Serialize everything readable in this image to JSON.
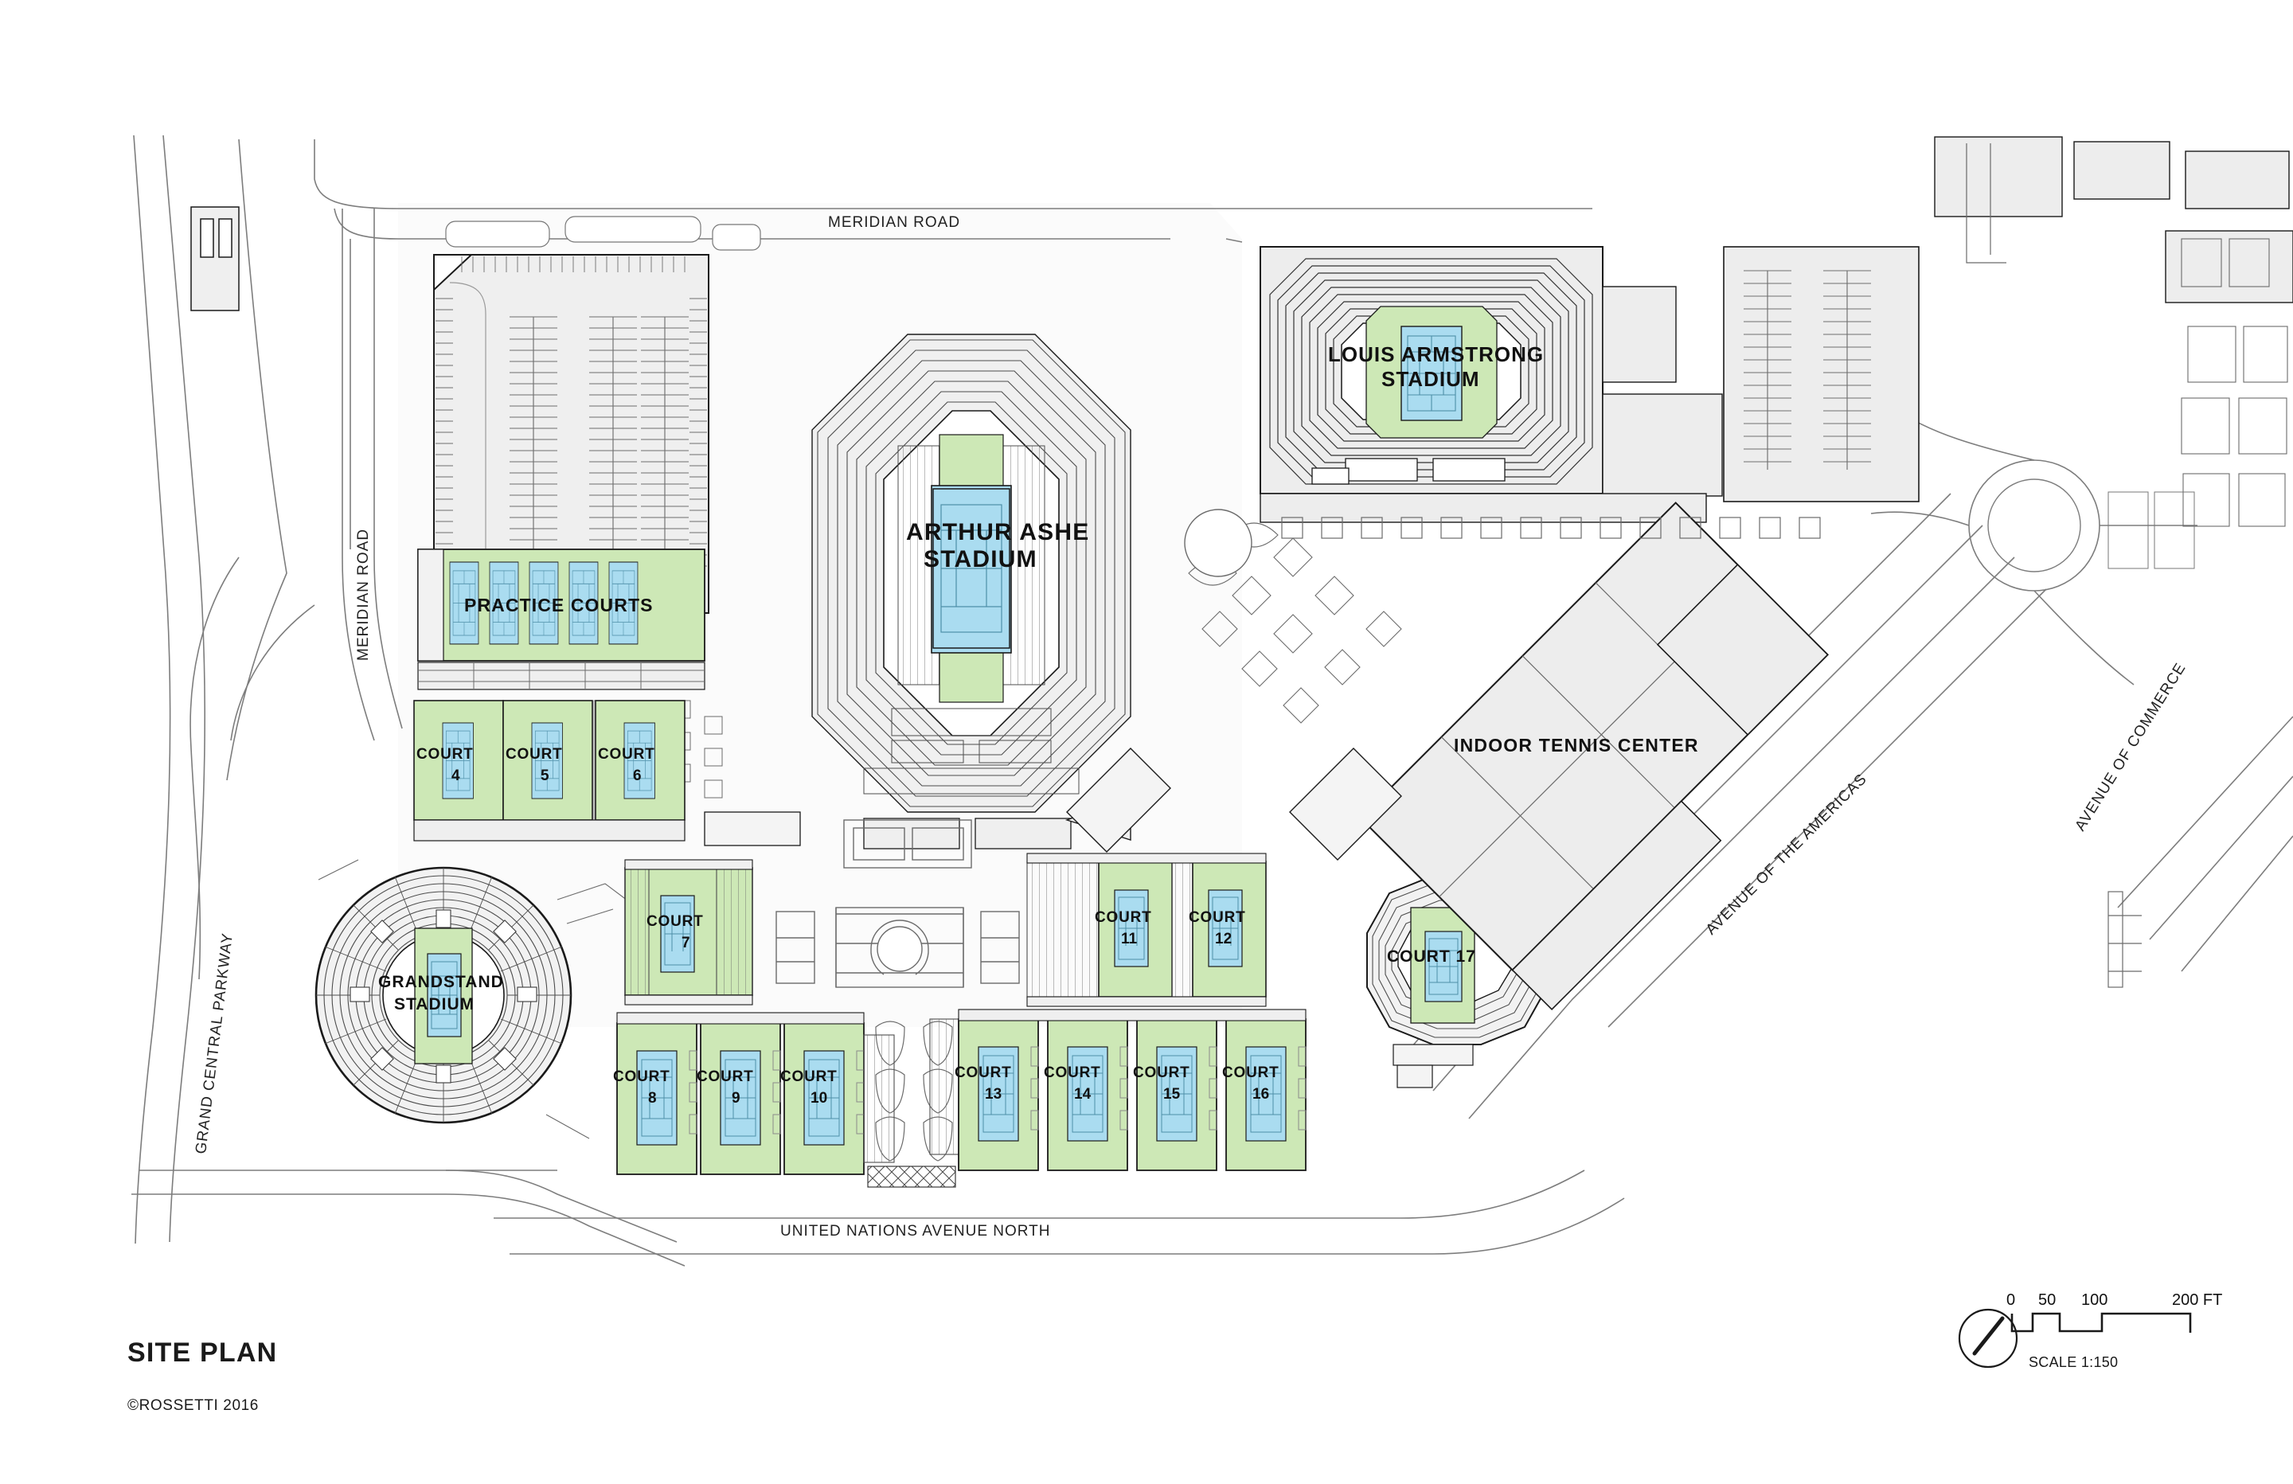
{
  "drawing": {
    "title": "SITE PLAN",
    "copyright": "©ROSSETTI 2016",
    "type": "architectural-site-plan"
  },
  "scale_bar": {
    "caption": "SCALE 1:150",
    "unit_label": "200 FT",
    "ticks": [
      "0",
      "50",
      "100",
      "200 FT"
    ],
    "north_arrow": "north-arrow-icon"
  },
  "venues": [
    {
      "id": "arthur-ashe",
      "label_line1": "ARTHUR ASHE",
      "label_line2": "STADIUM",
      "shape": "octagon"
    },
    {
      "id": "louis-armstrong",
      "label_line1": "LOUIS ARMSTRONG",
      "label_line2": "STADIUM",
      "shape": "octagon"
    },
    {
      "id": "grandstand",
      "label_line1": "GRANDSTAND",
      "label_line2": "STADIUM",
      "shape": "oval"
    },
    {
      "id": "indoor-tennis-center",
      "label_line1": "INDOOR TENNIS CENTER",
      "label_line2": "",
      "shape": "rotated-block"
    },
    {
      "id": "practice-courts",
      "label_line1": "PRACTICE COURTS",
      "label_line2": "",
      "shape": "court-bank"
    },
    {
      "id": "court-17",
      "label_line1": "COURT 17",
      "label_line2": "",
      "shape": "polygon-stadium"
    }
  ],
  "courts": [
    {
      "label": "COURT",
      "number": "4"
    },
    {
      "label": "COURT",
      "number": "5"
    },
    {
      "label": "COURT",
      "number": "6"
    },
    {
      "label": "COURT",
      "number": "7"
    },
    {
      "label": "COURT",
      "number": "8"
    },
    {
      "label": "COURT",
      "number": "9"
    },
    {
      "label": "COURT",
      "number": "10"
    },
    {
      "label": "COURT",
      "number": "11"
    },
    {
      "label": "COURT",
      "number": "12"
    },
    {
      "label": "COURT",
      "number": "13"
    },
    {
      "label": "COURT",
      "number": "14"
    },
    {
      "label": "COURT",
      "number": "15"
    },
    {
      "label": "COURT",
      "number": "16"
    }
  ],
  "roads": [
    {
      "id": "meridian-road-top",
      "name": "MERIDIAN ROAD",
      "orientation": "horizontal"
    },
    {
      "id": "meridian-road-left",
      "name": "MERIDIAN ROAD",
      "orientation": "vertical"
    },
    {
      "id": "grand-central-parkway",
      "name": "GRAND CENTRAL PARKWAY",
      "orientation": "vertical"
    },
    {
      "id": "united-nations-avenue-north",
      "name": "UNITED NATIONS AVENUE NORTH",
      "orientation": "horizontal"
    },
    {
      "id": "avenue-of-the-americas",
      "name": "AVENUE OF THE AMERICAS",
      "orientation": "diagonal"
    },
    {
      "id": "avenue-of-commerce",
      "name": "AVENUE OF COMMERCE",
      "orientation": "diagonal"
    }
  ],
  "colors": {
    "court_surface": "#aadcf0",
    "court_apron": "#cde8b6",
    "building_fill": "#ededed",
    "paving_fill": "#f4f4f4",
    "line": "#1a1a1a",
    "thin_line": "#555555",
    "background": "#ffffff"
  }
}
